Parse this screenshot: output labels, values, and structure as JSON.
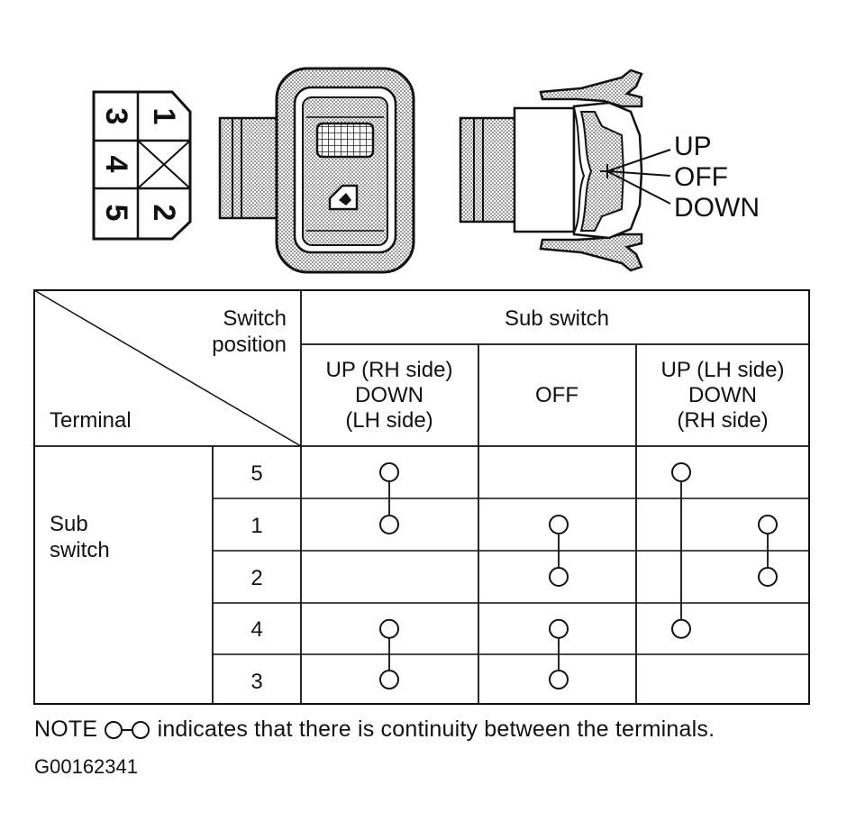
{
  "connector": {
    "pins": [
      {
        "label": "3"
      },
      {
        "label": "1"
      },
      {
        "label": "4"
      },
      {
        "label": "5"
      },
      {
        "label": "2"
      }
    ]
  },
  "side_view": {
    "positions": [
      "UP",
      "OFF",
      "DOWN"
    ]
  },
  "table": {
    "corner_top": [
      "Switch",
      "position"
    ],
    "corner_bottom": "Terminal",
    "group_header": "Sub switch",
    "columns": [
      {
        "lines": [
          "UP (RH side)",
          "DOWN",
          "(LH side)"
        ]
      },
      {
        "lines": [
          "OFF"
        ]
      },
      {
        "lines": [
          "UP (LH side)",
          "DOWN",
          "(RH side)"
        ]
      }
    ],
    "row_group": [
      "Sub",
      "switch"
    ],
    "rows": [
      "5",
      "1",
      "2",
      "4",
      "3"
    ],
    "continuity": [
      [
        [
          "5",
          "1"
        ],
        [
          "4",
          "3"
        ]
      ],
      [
        [
          "1",
          "2"
        ],
        [
          "4",
          "3"
        ]
      ],
      [
        [
          "5",
          "4"
        ],
        [
          "1",
          "2"
        ]
      ]
    ]
  },
  "note": {
    "prefix": "NOTE",
    "text": "indicates that there is continuity between the terminals."
  },
  "figure_code": "G00162341"
}
